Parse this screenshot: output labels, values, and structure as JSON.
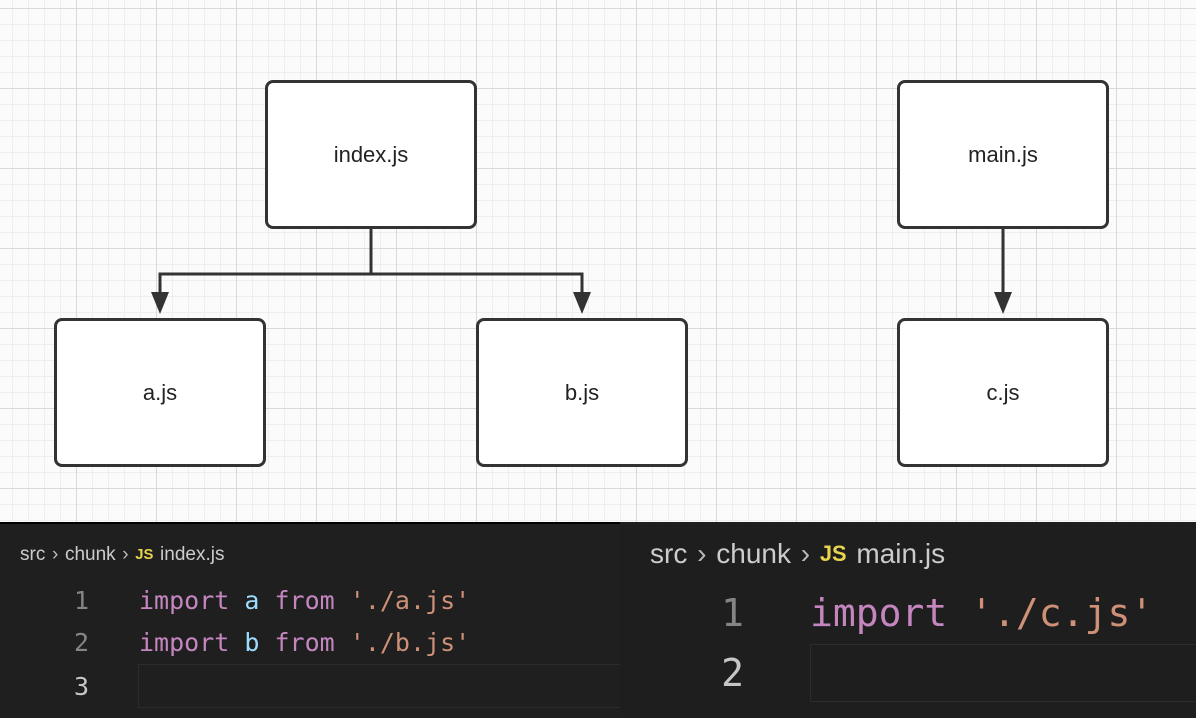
{
  "diagram": {
    "nodes": {
      "index": "index.js",
      "a": "a.js",
      "b": "b.js",
      "main": "main.js",
      "c": "c.js"
    },
    "edges": [
      {
        "from": "index.js",
        "to": "a.js"
      },
      {
        "from": "index.js",
        "to": "b.js"
      },
      {
        "from": "main.js",
        "to": "c.js"
      }
    ],
    "colors": {
      "stroke": "#333333",
      "grid": "#d9d9d9"
    }
  },
  "editor_left": {
    "breadcrumb": {
      "folder1": "src",
      "folder2": "chunk",
      "icon": "JS",
      "file": "index.js"
    },
    "lines": [
      {
        "num": "1",
        "tokens": [
          "import",
          "a",
          "from",
          "'./a.js'"
        ]
      },
      {
        "num": "2",
        "tokens": [
          "import",
          "b",
          "from",
          "'./b.js'"
        ]
      },
      {
        "num": "3"
      }
    ]
  },
  "editor_right": {
    "breadcrumb": {
      "folder1": "src",
      "folder2": "chunk",
      "icon": "JS",
      "file": "main.js"
    },
    "lines": [
      {
        "num": "1",
        "tokens": [
          "import",
          "'./c.js'"
        ]
      },
      {
        "num": "2"
      }
    ]
  },
  "colors": {
    "keyword": "#c586c0",
    "identifier": "#9cdcfe",
    "string": "#ce9178",
    "editor_bg": "#1f1f1f",
    "js_icon": "#e8d44d"
  }
}
